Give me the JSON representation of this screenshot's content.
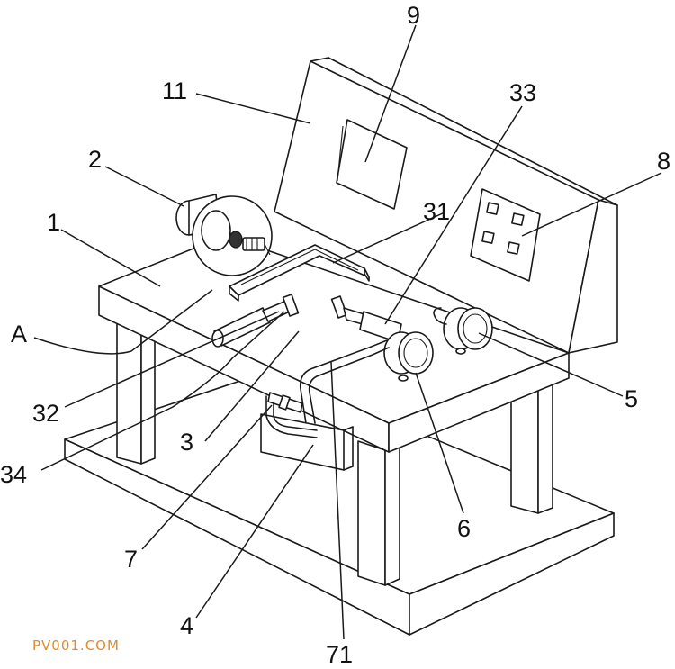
{
  "labels": {
    "l1": "1",
    "l2": "2",
    "l3": "3",
    "l4": "4",
    "l5": "5",
    "l6": "6",
    "l7": "7",
    "l8": "8",
    "l9": "9",
    "l11": "11",
    "l31": "31",
    "l32": "32",
    "l33": "33",
    "l34": "34",
    "l71": "71",
    "lA": "A"
  },
  "watermark": "PV001.COM"
}
